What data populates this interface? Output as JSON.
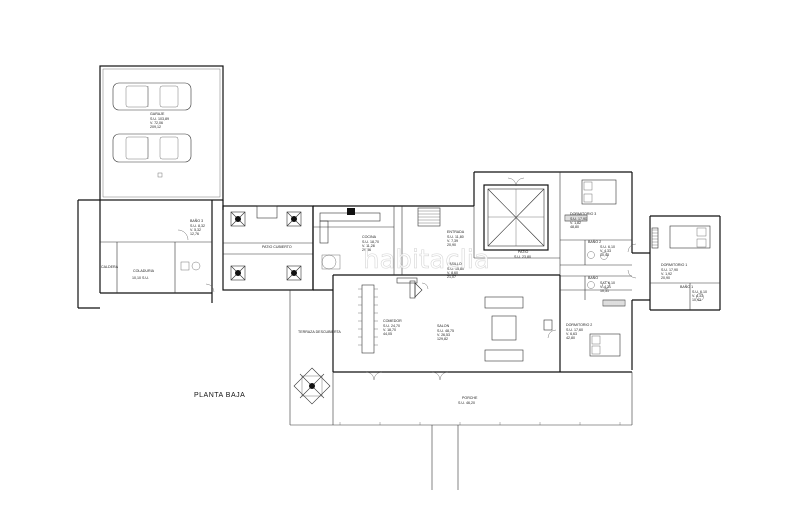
{
  "plan_title": "PLANTA BAJA",
  "watermark": "habitaclia",
  "rooms": {
    "garaje": {
      "name": "GARAJE",
      "su": "S.U. 103,89",
      "v": "V. 72,06",
      "extra": "209,12"
    },
    "bano3": {
      "name": "BAÑO 3",
      "su": "S.U. 8,32",
      "v": "V. 5,32",
      "extra": "12,76"
    },
    "caldera": {
      "name": "CALDERA"
    },
    "coladuria": {
      "name": "COLADURIA",
      "su": "10,10 S.U."
    },
    "patio_cubierto": {
      "name": "PATIO CUBIERTO"
    },
    "cocina": {
      "name": "COCINA",
      "su": "S.U. 18,70",
      "v": "V. 11,28",
      "extra": "29,86"
    },
    "entrada": {
      "name": "ENTRADA",
      "su": "S.U. 11,80",
      "v": "V. 7,39",
      "extra": "20,90"
    },
    "patio": {
      "name": "PATIO",
      "su": "S.U. 23,80"
    },
    "pasillo": {
      "name": "PASILLO",
      "su": "S.U. 15,80",
      "v": "V. 8,60",
      "extra": "21,07"
    },
    "comedor": {
      "name": "COMEDOR",
      "su": "S.U. 24,70",
      "v": "V. 18,70",
      "extra": "44,05"
    },
    "salon": {
      "name": "SALON",
      "su": "S.U. 48,75",
      "v": "V. 26,53",
      "extra": "129,82"
    },
    "dormitorio1": {
      "name": "DORMITORIO 1",
      "su": "S.U. 17,90",
      "v": "V. 1,92",
      "extra": "20,90"
    },
    "dormitorio3": {
      "name": "DORMITORIO 3",
      "su": "S.U. 17,90",
      "v": "V. 1,82",
      "extra": "48,80"
    },
    "dormitorio2": {
      "name": "DORMITORIO 2",
      "su": "S.U. 17,60",
      "v": "V. 6,63",
      "extra": "42,80"
    },
    "bano1": {
      "name": "BAÑO 1",
      "su": "S.U. 6,10",
      "v": "V. 4,33",
      "extra": "10,43"
    },
    "bano2": {
      "name": "BAÑO 2",
      "su": "S.U. 6,10",
      "v": "V. 4,33",
      "extra": "10,43"
    },
    "bano_b": {
      "name": "BAÑO",
      "su": "S.U. 6,10",
      "v": "V. 4,21",
      "extra": "10,31"
    },
    "terraza": {
      "name": "TERRAZA DESCUBIERTA"
    },
    "porche": {
      "name": "PORCHE",
      "su": "S.U. 46,20"
    }
  }
}
